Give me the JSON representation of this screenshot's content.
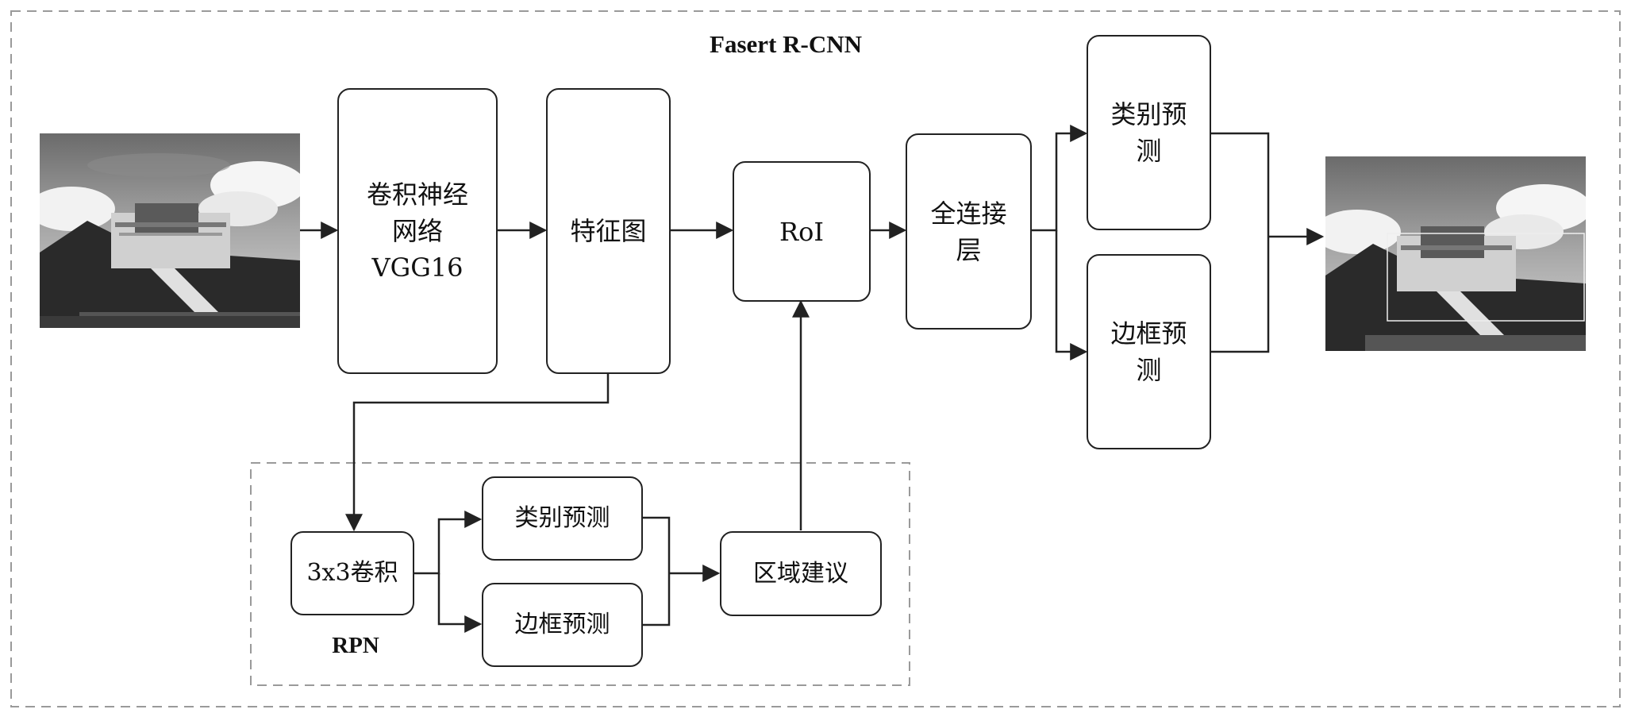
{
  "outer_frame": {
    "title": "Fasert R-CNN"
  },
  "rpn_frame": {
    "title": "RPN"
  },
  "boxes": {
    "cnn": "卷积神经\n网络\nVGG16",
    "feature_map": "特征图",
    "roi": "RoI",
    "fc": "全连接\n层",
    "cls_pred": "类别预\n测",
    "box_pred": "边框预\n测",
    "conv3x3": "3x3卷积",
    "rpn_cls": "类别预测",
    "rpn_box": "边框预测",
    "proposal": "区域建议"
  },
  "images": {
    "input": "input-photo-potala-palace",
    "output": "output-photo-with-bounding-box"
  },
  "colors": {
    "stroke": "#222222",
    "dash": "#9a9a9a",
    "background": "#ffffff"
  }
}
